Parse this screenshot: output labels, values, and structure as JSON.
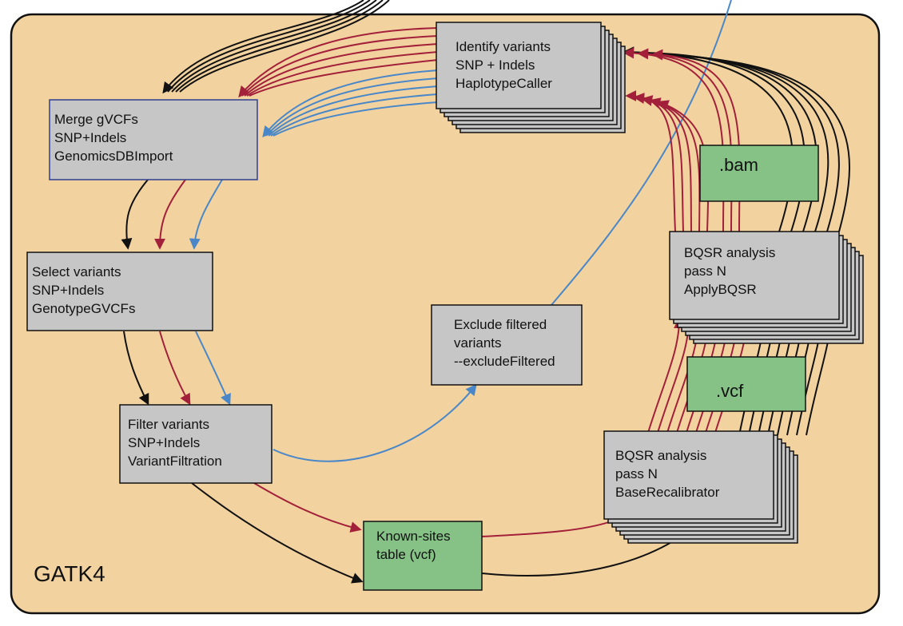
{
  "diagram": {
    "panel_label": "GATK4",
    "colors": {
      "panel": "#f2d3a0",
      "box": "#c6c6c6",
      "data_box": "#86c186",
      "red": "#a3203a",
      "blue": "#4a87c8",
      "black": "#111111"
    },
    "nodes": {
      "identify": {
        "lines": [
          "Identify variants",
          "SNP + Indels",
          "HaplotypeCaller"
        ]
      },
      "merge": {
        "lines": [
          "Merge gVCFs",
          "SNP+Indels",
          "GenomicsDBImport"
        ]
      },
      "select": {
        "lines": [
          "Select variants",
          "SNP+Indels",
          "GenotypeGVCFs"
        ]
      },
      "filter": {
        "lines": [
          "Filter variants",
          "SNP+Indels",
          "VariantFiltration"
        ]
      },
      "exclude": {
        "lines": [
          "Exclude filtered",
          "variants",
          "--excludeFiltered"
        ]
      },
      "bam": {
        "label": ".bam"
      },
      "apply": {
        "lines": [
          "BQSR analysis",
          "pass N",
          "ApplyBQSR"
        ]
      },
      "vcf": {
        "label": ".vcf"
      },
      "recal": {
        "lines": [
          "BQSR analysis",
          "pass N",
          "BaseRecalibrator"
        ]
      },
      "known": {
        "lines": [
          "Known-sites",
          "table (vcf)"
        ]
      }
    }
  }
}
